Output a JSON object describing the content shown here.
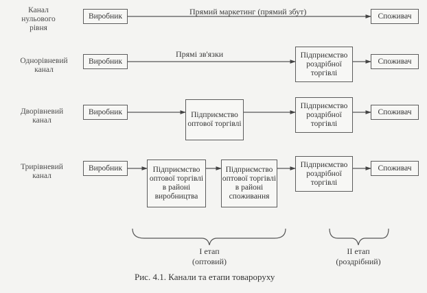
{
  "channels": {
    "zero": {
      "label": "Канал нульового рівня"
    },
    "one": {
      "label": "Однорівневий канал"
    },
    "two": {
      "label": "Дворівневий канал"
    },
    "three": {
      "label": "Трирівневий канал"
    }
  },
  "boxes": {
    "producer": "Виробник",
    "consumer": "Споживач",
    "retail": "Підприємство роздрібної торгівлі",
    "wholesale": "Підприємство оптової торгівлі",
    "wholesale_production": "Підприємство оптової торгівлі в районі виробництва",
    "wholesale_consumption": "Підприємство оптової торгівлі в районі споживання"
  },
  "notes": {
    "direct_marketing": "Прямий маркетинг (прямий збут)",
    "direct_links": "Прямі зв'язки"
  },
  "stages": {
    "stage1": "I етап\n(оптовий)",
    "stage2": "II етап\n(роздрібний)"
  },
  "caption": "Рис. 4.1. Канали та етапи товароруху"
}
